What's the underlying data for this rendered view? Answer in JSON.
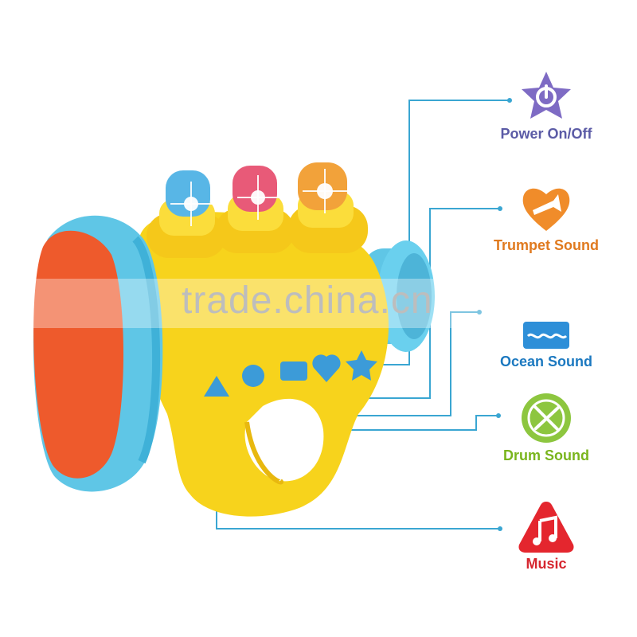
{
  "features": [
    {
      "id": "power",
      "label": "Power On/Off",
      "icon": "power-star-icon",
      "color": "#5B5BA6",
      "icon_color": "#7E6BC4"
    },
    {
      "id": "trumpet",
      "label": "Trumpet Sound",
      "icon": "trumpet-heart-icon",
      "color": "#E07A1F",
      "icon_color": "#F08C2A"
    },
    {
      "id": "ocean",
      "label": "Ocean Sound",
      "icon": "ocean-wave-icon",
      "color": "#1C79C0",
      "icon_color": "#2E8FD8"
    },
    {
      "id": "drum",
      "label": "Drum Sound",
      "icon": "drum-circle-icon",
      "color": "#7AB51D",
      "icon_color": "#8DC63F"
    },
    {
      "id": "music",
      "label": "Music",
      "icon": "music-note-triangle-icon",
      "color": "#D6262F",
      "icon_color": "#E4262E"
    }
  ],
  "watermark": "trade.china.cn",
  "toy": {
    "body_color": "#F7D31C",
    "bell_rim_color": "#5FC6E6",
    "bell_inner_color": "#EE5A2C",
    "lights": [
      {
        "name": "blue-light",
        "color": "#58B6E6"
      },
      {
        "name": "red-light",
        "color": "#E85A78"
      },
      {
        "name": "orange-light",
        "color": "#F2A23A"
      }
    ],
    "button_color": "#3C9BD8",
    "line_color": "#3AA6D2"
  }
}
